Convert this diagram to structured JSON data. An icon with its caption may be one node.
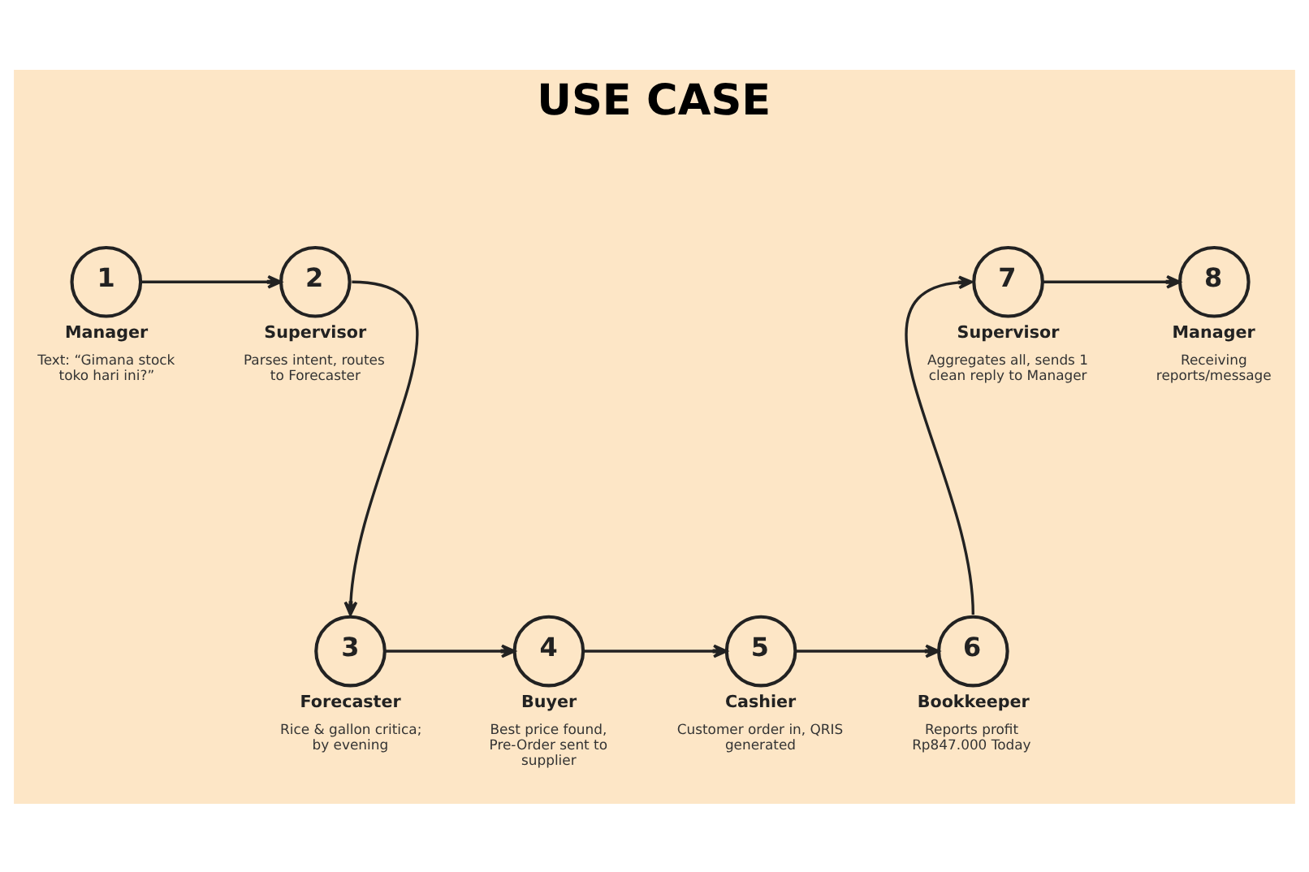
{
  "diagram": {
    "title": "USE CASE",
    "nodes": [
      {
        "text": [
          "1",
          "Manager"
        ],
        "beside": [
          "Text: “Gimana stock toko hari ini?”"
        ]
      },
      {
        "text": [
          "2",
          "Supervisor"
        ],
        "beside": [
          "Parses intent, routes to Forecaster"
        ]
      },
      {
        "text": [
          "3",
          "Forecaster"
        ],
        "beside": [
          "Rice & gallon critica; by evening"
        ]
      },
      {
        "text": [
          "4",
          "Buyer"
        ],
        "beside": [
          "Best price found, Pre-Order sent to supplier"
        ]
      },
      {
        "text": [
          "5",
          "Cashier"
        ],
        "beside": [
          "Customer order in, QRIS generated"
        ]
      },
      {
        "text": [
          "6",
          "Bookkeeper"
        ],
        "beside": [
          "Reports profit Rp847.000 Today"
        ]
      },
      {
        "text": [
          "7",
          "Supervisor"
        ],
        "beside": [
          "Aggregates all, sends 1 clean reply to Manager"
        ]
      },
      {
        "text": [
          "8",
          "Manager"
        ],
        "beside": [
          "Receiving reports/message"
        ]
      }
    ],
    "edges": [
      {
        "from": 0,
        "to": 1,
        "arrow": "to"
      },
      {
        "from": 1,
        "to": 2,
        "arrow": "to"
      },
      {
        "from": 2,
        "to": 3,
        "arrow": "to"
      },
      {
        "from": 3,
        "to": 4,
        "arrow": "to"
      },
      {
        "from": 4,
        "to": 5,
        "arrow": "to"
      },
      {
        "from": 5,
        "to": 6,
        "arrow": "to"
      },
      {
        "from": 6,
        "to": 7,
        "arrow": "to"
      }
    ]
  }
}
